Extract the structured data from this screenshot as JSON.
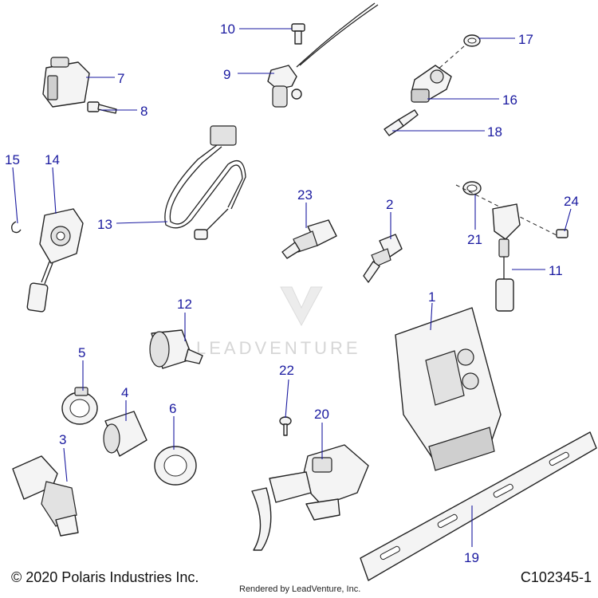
{
  "callouts": {
    "c1": "1",
    "c2": "2",
    "c3": "3",
    "c4": "4",
    "c5": "5",
    "c6": "6",
    "c7": "7",
    "c8": "8",
    "c9": "9",
    "c10": "10",
    "c11": "11",
    "c12": "12",
    "c13": "13",
    "c14": "14",
    "c15": "15",
    "c16": "16",
    "c17": "17",
    "c18": "18",
    "c19": "19",
    "c20": "20",
    "c21": "21",
    "c22": "22",
    "c23": "23",
    "c24": "24"
  },
  "watermark": "LEADVENTURE",
  "footer": {
    "copyright": "© 2020 Polaris Industries Inc.",
    "rendered_by": "Rendered by LeadVenture, Inc.",
    "part_number": "C102345-1"
  },
  "colors": {
    "callout": "#1a1aa0",
    "line": "#222222"
  }
}
